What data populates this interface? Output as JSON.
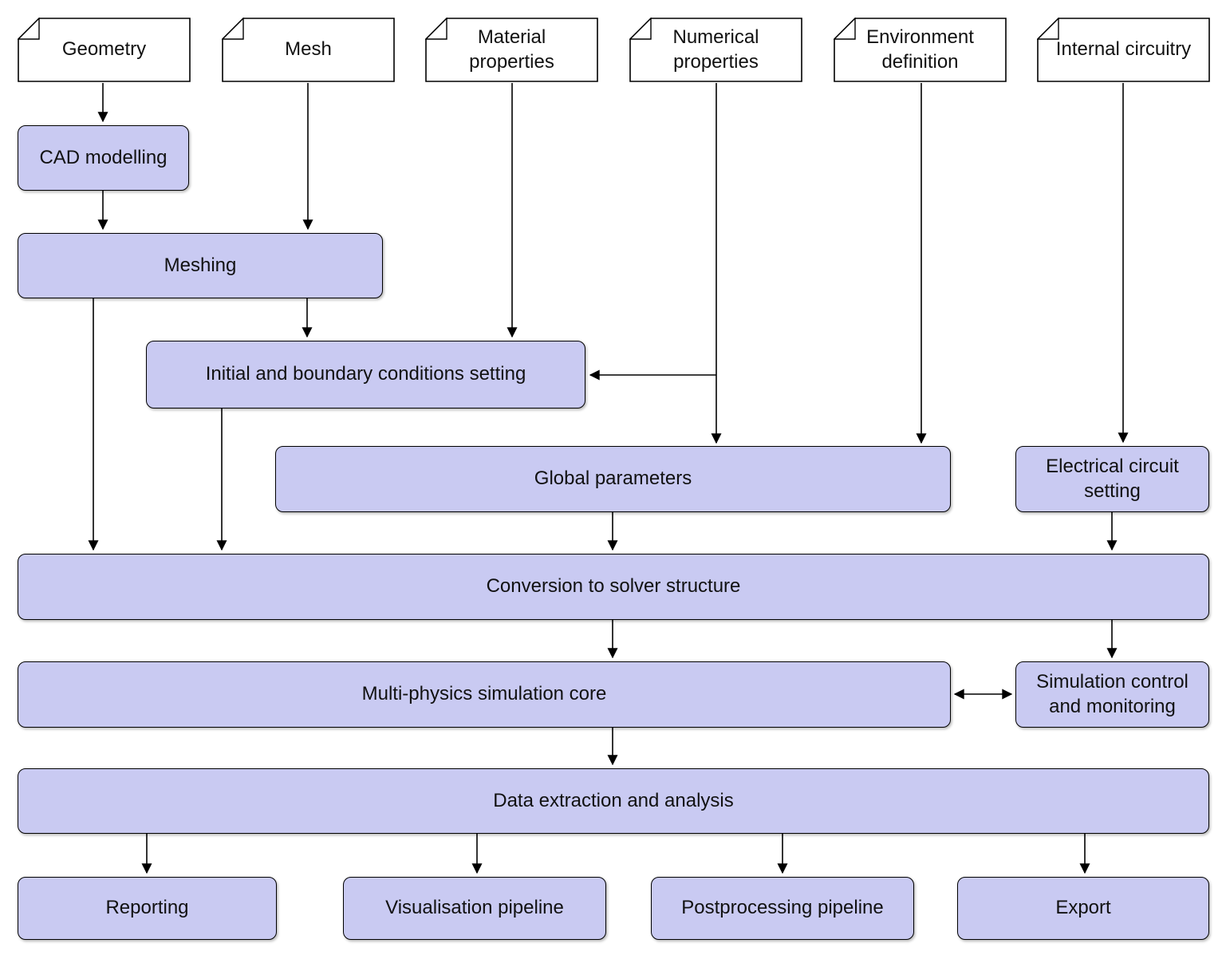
{
  "diagram": {
    "type": "flowchart",
    "colors": {
      "background": "#ffffff",
      "process_fill": "#c9caf2",
      "document_fill": "#ffffff",
      "border": "#000000",
      "edge": "#000000",
      "text": "#111111"
    },
    "documents": [
      {
        "id": "geometry",
        "label": "Geometry"
      },
      {
        "id": "mesh",
        "label": "Mesh"
      },
      {
        "id": "material-properties",
        "label": "Material properties"
      },
      {
        "id": "numerical-properties",
        "label": "Numerical properties"
      },
      {
        "id": "environment-definition",
        "label": "Environment definition"
      },
      {
        "id": "internal-circuitry",
        "label": "Internal circuitry"
      }
    ],
    "processes": [
      {
        "id": "cad-modelling",
        "label": "CAD modelling"
      },
      {
        "id": "meshing",
        "label": "Meshing"
      },
      {
        "id": "initial-boundary",
        "label": "Initial and boundary conditions setting"
      },
      {
        "id": "global-parameters",
        "label": "Global parameters"
      },
      {
        "id": "electrical-circuit",
        "label": "Electrical circuit setting"
      },
      {
        "id": "conversion",
        "label": "Conversion to solver structure"
      },
      {
        "id": "simulation-core",
        "label": "Multi-physics simulation core"
      },
      {
        "id": "simulation-control",
        "label": "Simulation control and monitoring"
      },
      {
        "id": "data-extraction",
        "label": "Data extraction and analysis"
      },
      {
        "id": "reporting",
        "label": "Reporting"
      },
      {
        "id": "visualisation",
        "label": "Visualisation pipeline"
      },
      {
        "id": "postprocessing",
        "label": "Postprocessing pipeline"
      },
      {
        "id": "export",
        "label": "Export"
      }
    ],
    "edges": [
      {
        "from": "geometry",
        "to": "cad-modelling"
      },
      {
        "from": "cad-modelling",
        "to": "meshing"
      },
      {
        "from": "mesh",
        "to": "meshing"
      },
      {
        "from": "material-properties",
        "to": "initial-boundary"
      },
      {
        "from": "meshing",
        "to": "initial-boundary"
      },
      {
        "from": "meshing",
        "to": "conversion"
      },
      {
        "from": "initial-boundary",
        "to": "conversion"
      },
      {
        "from": "numerical-properties",
        "to": "initial-boundary"
      },
      {
        "from": "numerical-properties",
        "to": "global-parameters"
      },
      {
        "from": "environment-definition",
        "to": "global-parameters"
      },
      {
        "from": "internal-circuitry",
        "to": "electrical-circuit"
      },
      {
        "from": "global-parameters",
        "to": "conversion"
      },
      {
        "from": "electrical-circuit",
        "to": "conversion"
      },
      {
        "from": "conversion",
        "to": "simulation-core"
      },
      {
        "from": "conversion",
        "to": "simulation-control"
      },
      {
        "from": "simulation-core",
        "to": "simulation-control",
        "bidirectional": true
      },
      {
        "from": "simulation-core",
        "to": "data-extraction"
      },
      {
        "from": "data-extraction",
        "to": "reporting"
      },
      {
        "from": "data-extraction",
        "to": "visualisation"
      },
      {
        "from": "data-extraction",
        "to": "postprocessing"
      },
      {
        "from": "data-extraction",
        "to": "export"
      }
    ]
  }
}
